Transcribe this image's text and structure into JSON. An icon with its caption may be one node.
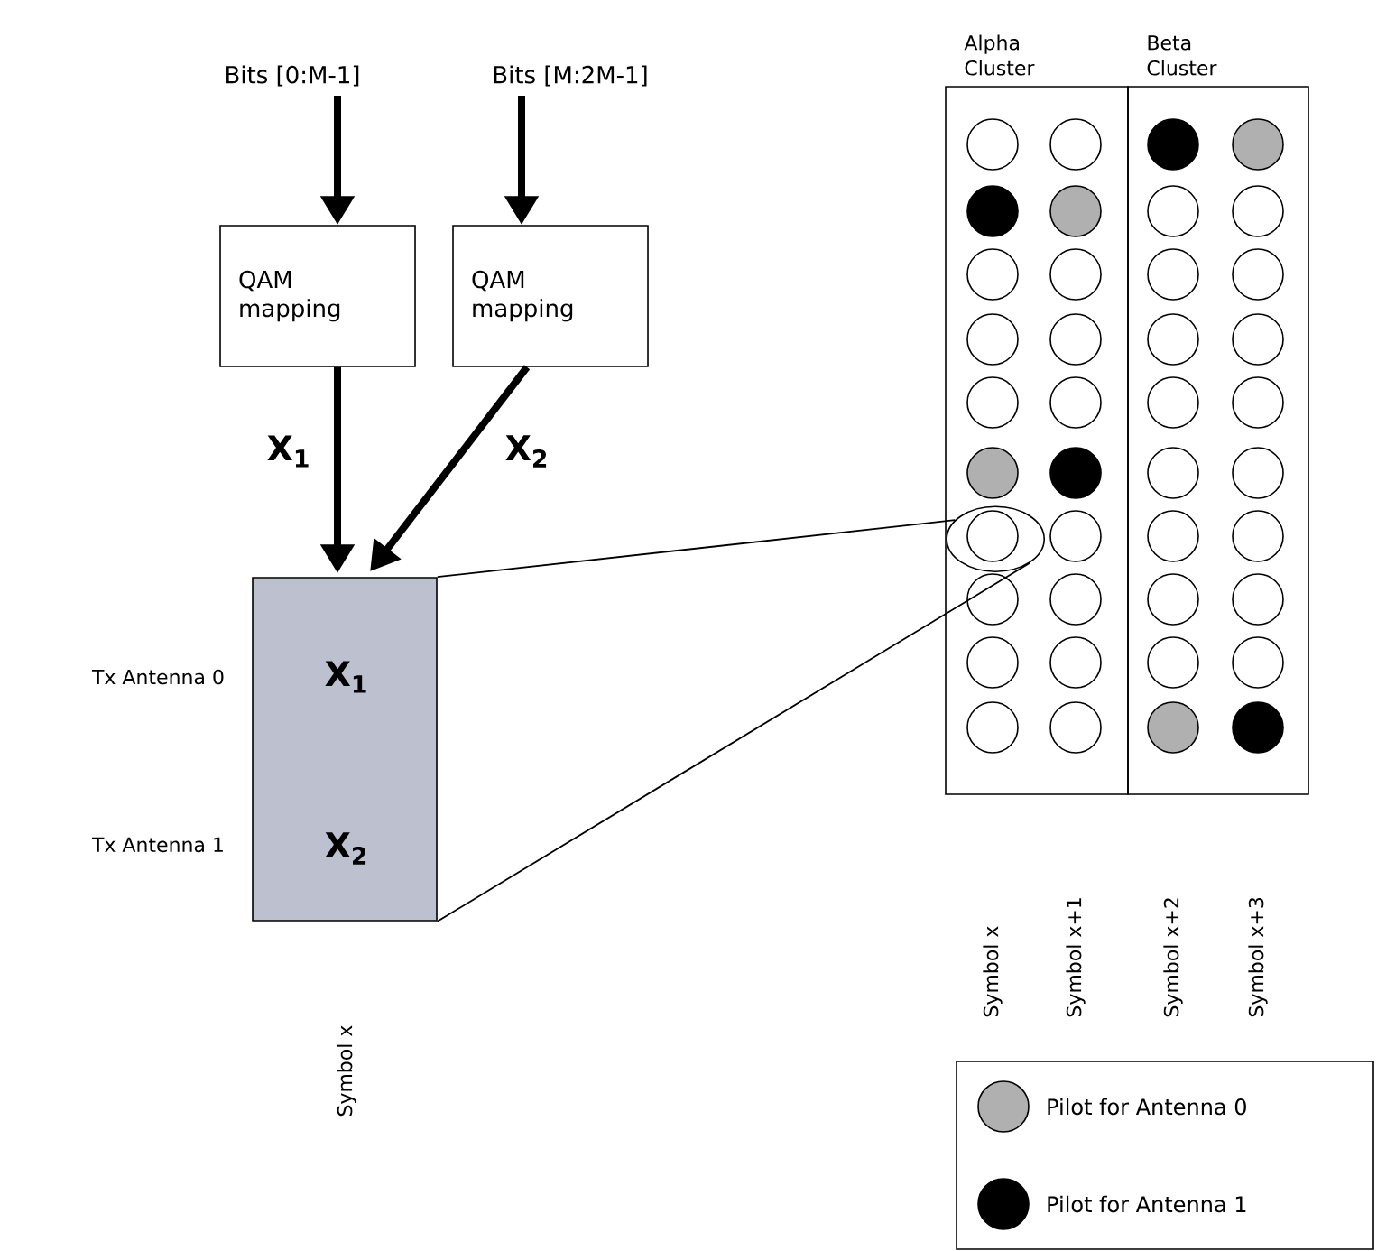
{
  "diagram": {
    "nodes": [
      {
        "text": [
          "Bits [0:M-1]"
        ]
      },
      {
        "text": [
          "Bits [M:2M-1]"
        ]
      },
      {
        "text": [
          "QAM mapping"
        ]
      },
      {
        "text": [
          "QAM mapping"
        ]
      },
      {
        "text": [
          "X$_{1}$",
          "X$_{2}$"
        ],
        "beside": [
          "Tx Antenna 0",
          "Tx Antenna 1"
        ]
      },
      {
        "text": [
          "Alpha Cluster"
        ]
      },
      {
        "text": [
          "Beta Cluster"
        ]
      },
      {
        "text": [],
        "shape": "circle",
        "in": 5
      }
    ],
    "edges": [
      {
        "from": 0,
        "to": 2,
        "arrow": "to"
      },
      {
        "from": 1,
        "to": 3,
        "arrow": "to"
      },
      {
        "from": 2,
        "to": 4,
        "arrow": "to",
        "label": "X$_{1}$"
      },
      {
        "from": 3,
        "to": 4,
        "arrow": "to",
        "label": "X$_{2}$"
      },
      {
        "from": 4,
        "to": 7,
        "arrow": "none"
      },
      {
        "from": 4,
        "to": 7,
        "arrow": "none"
      }
    ],
    "labels": [
      "Symbol x",
      "Symbol x",
      "Symbol x+1",
      "Symbol x+2",
      "Symbol x+3"
    ],
    "legend": [
      {
        "text": "Pilot for Antenna 0",
        "color": "#b0b0b0"
      },
      {
        "text": "Pilot for Antenna 1",
        "color": "#000000"
      }
    ]
  }
}
